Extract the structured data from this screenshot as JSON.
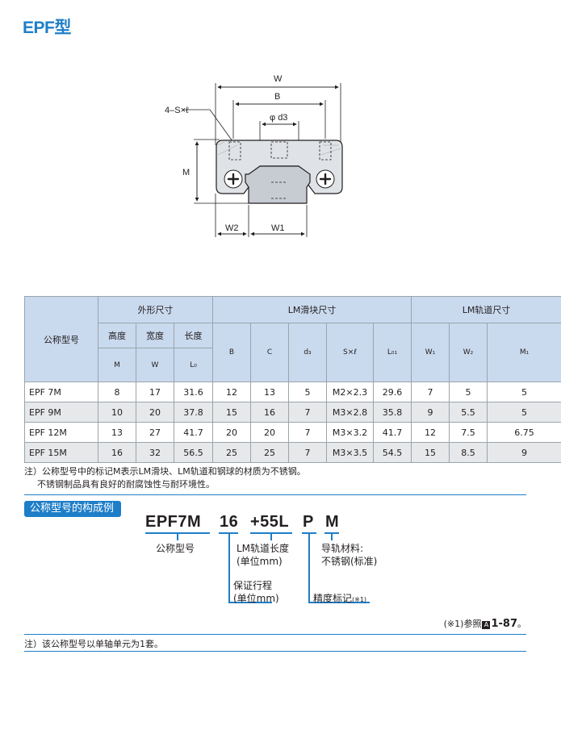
{
  "title": "EPF型",
  "drawing": {
    "labels": {
      "W": "W",
      "B": "B",
      "d3": "φ d3",
      "S": "4–S×ℓ",
      "M": "M",
      "W2": "W2",
      "W1": "W1"
    }
  },
  "table": {
    "col_model": "公称型号",
    "groups": [
      "外形尺寸",
      "LM滑块尺寸",
      "LM轨道尺寸"
    ],
    "sub_names": [
      "高度",
      "宽度",
      "长度"
    ],
    "sub_symbols": [
      "M",
      "W",
      "L₀",
      "B",
      "C",
      "d₃",
      "S×ℓ",
      "L₀₁",
      "W₁",
      "W₂",
      "M₁"
    ],
    "rows": [
      [
        "EPF 7M",
        "8",
        "17",
        "31.6",
        "12",
        "13",
        "5",
        "M2×2.3",
        "29.6",
        "7",
        "5",
        "5"
      ],
      [
        "EPF 9M",
        "10",
        "20",
        "37.8",
        "15",
        "16",
        "7",
        "M3×2.8",
        "35.8",
        "9",
        "5.5",
        "5"
      ],
      [
        "EPF 12M",
        "13",
        "27",
        "41.7",
        "20",
        "20",
        "7",
        "M3×3.2",
        "41.7",
        "12",
        "7.5",
        "6.75"
      ],
      [
        "EPF 15M",
        "16",
        "32",
        "56.5",
        "25",
        "25",
        "7",
        "M3×3.5",
        "54.5",
        "15",
        "8.5",
        "9"
      ]
    ]
  },
  "notes": {
    "note1": "注）公称型号中的标记M表示LM滑块、LM轨道和钢球的材质为不锈钢。",
    "note2": "不锈钢制品具有良好的耐腐蚀性与耐环境性。",
    "note3": "注）该公称型号以单轴单元为1套。"
  },
  "section_label": "公称型号的构成例",
  "code": {
    "parts": [
      "EPF7M",
      "16",
      "+55L",
      "P",
      "M"
    ],
    "label_model": "公称型号",
    "label_blocks_1": "LM轨道长度",
    "label_blocks_2": "(单位mm)",
    "label_guarantee_1": "保证行程",
    "label_guarantee_2": "(单位mm)",
    "label_accuracy": "精度标记",
    "label_accuracy_ref": "(※1)",
    "label_material_1": "导轨材料:",
    "label_material_2": "不锈钢(标准)"
  },
  "reference": {
    "prefix": "(※1)参照",
    "box": "A",
    "page": "1-87",
    "suffix": "。"
  }
}
